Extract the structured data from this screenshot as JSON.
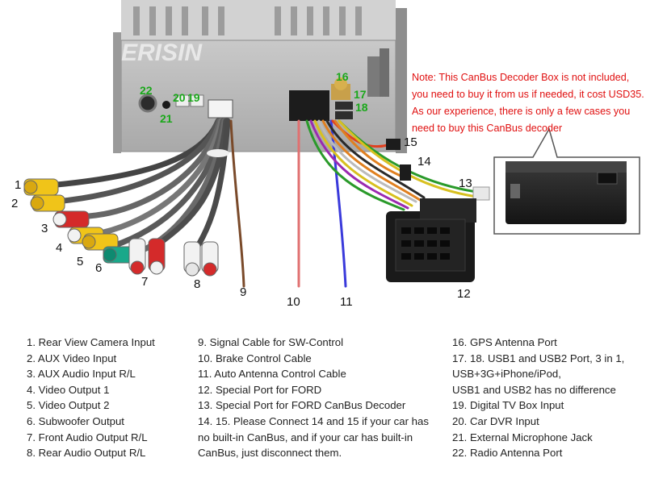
{
  "watermark": "ERISIN",
  "note": {
    "lines": [
      "Note: This CanBus Decoder Box is not included,",
      "you need to buy it from us if needed, it cost USD35.",
      "As our experience, there is only a few cases you",
      "need to buy this CanBus decoder"
    ],
    "color": "#e01010"
  },
  "callouts": {
    "n1": "1",
    "n2": "2",
    "n3": "3",
    "n4": "4",
    "n5": "5",
    "n6": "6",
    "n7": "7",
    "n8": "8",
    "n9": "9",
    "n10": "10",
    "n11": "11",
    "n12": "12",
    "n13": "13",
    "n14": "14",
    "n15": "15",
    "n16": "16",
    "n17": "17",
    "n18": "18",
    "n19": "19",
    "n20": "20",
    "n21": "21",
    "n22": "22"
  },
  "legend": {
    "col1": [
      "1. Rear View Camera Input",
      "2. AUX Video Input",
      "3. AUX Audio Input R/L",
      "4. Video Output 1",
      "5. Video Output 2",
      "6. Subwoofer Output",
      "7. Front Audio Output R/L",
      "8. Rear Audio Output R/L"
    ],
    "col2": [
      "9. Signal Cable for SW-Control",
      "10. Brake Control Cable",
      "11. Auto Antenna Control Cable",
      "12. Special Port for FORD",
      "13. Special Port for FORD CanBus Decoder",
      "14. 15. Please Connect 14 and 15 if your car has",
      "no built-in CanBus, and if your car has built-in",
      "CanBus, just disconnect them."
    ],
    "col3": [
      "16. GPS Antenna Port",
      "17. 18.  USB1 and USB2 Port, 3 in 1,",
      "USB+3G+iPhone/iPod,",
      "USB1 and USB2 has no difference",
      "19. Digital TV Box Input",
      "20. Car DVR Input",
      "21. External Microphone Jack",
      "22. Radio Antenna Port"
    ]
  },
  "colors": {
    "callout_green": "#1aa81a",
    "rca_red": "#d42a2a",
    "rca_white": "#f2f2f2",
    "rca_yellow": "#f0c419",
    "rca_green": "#1aa88a"
  }
}
